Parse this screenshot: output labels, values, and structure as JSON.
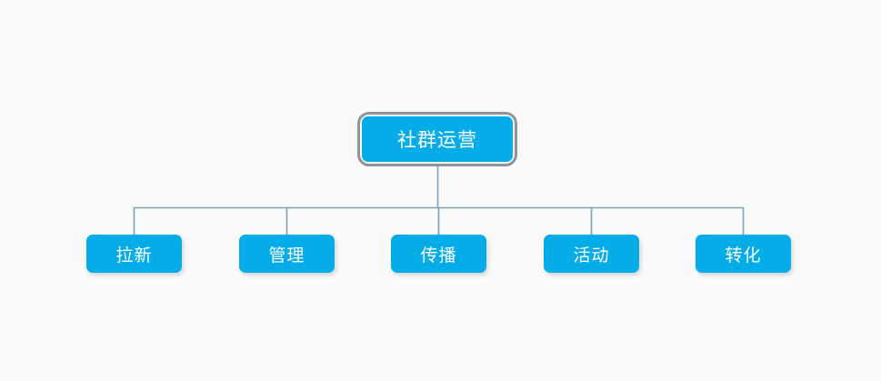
{
  "diagram": {
    "type": "mind-map",
    "orientation": "top-down",
    "background_color": "#fafafa",
    "node_color": "#06ace8",
    "node_text_color": "#ffffff",
    "connector_color": "#7fa0b5",
    "selection_ring_color": "#8e9499",
    "root": {
      "label": "社群运营",
      "selected": true
    },
    "children": [
      {
        "label": "拉新"
      },
      {
        "label": "管理"
      },
      {
        "label": "传播"
      },
      {
        "label": "活动"
      },
      {
        "label": "转化"
      }
    ],
    "connectors": {
      "trunk_label": "root-to-bus-connector",
      "bus_label": "horizontal-bus-connector",
      "drop_label": "bus-to-child-connector"
    }
  }
}
